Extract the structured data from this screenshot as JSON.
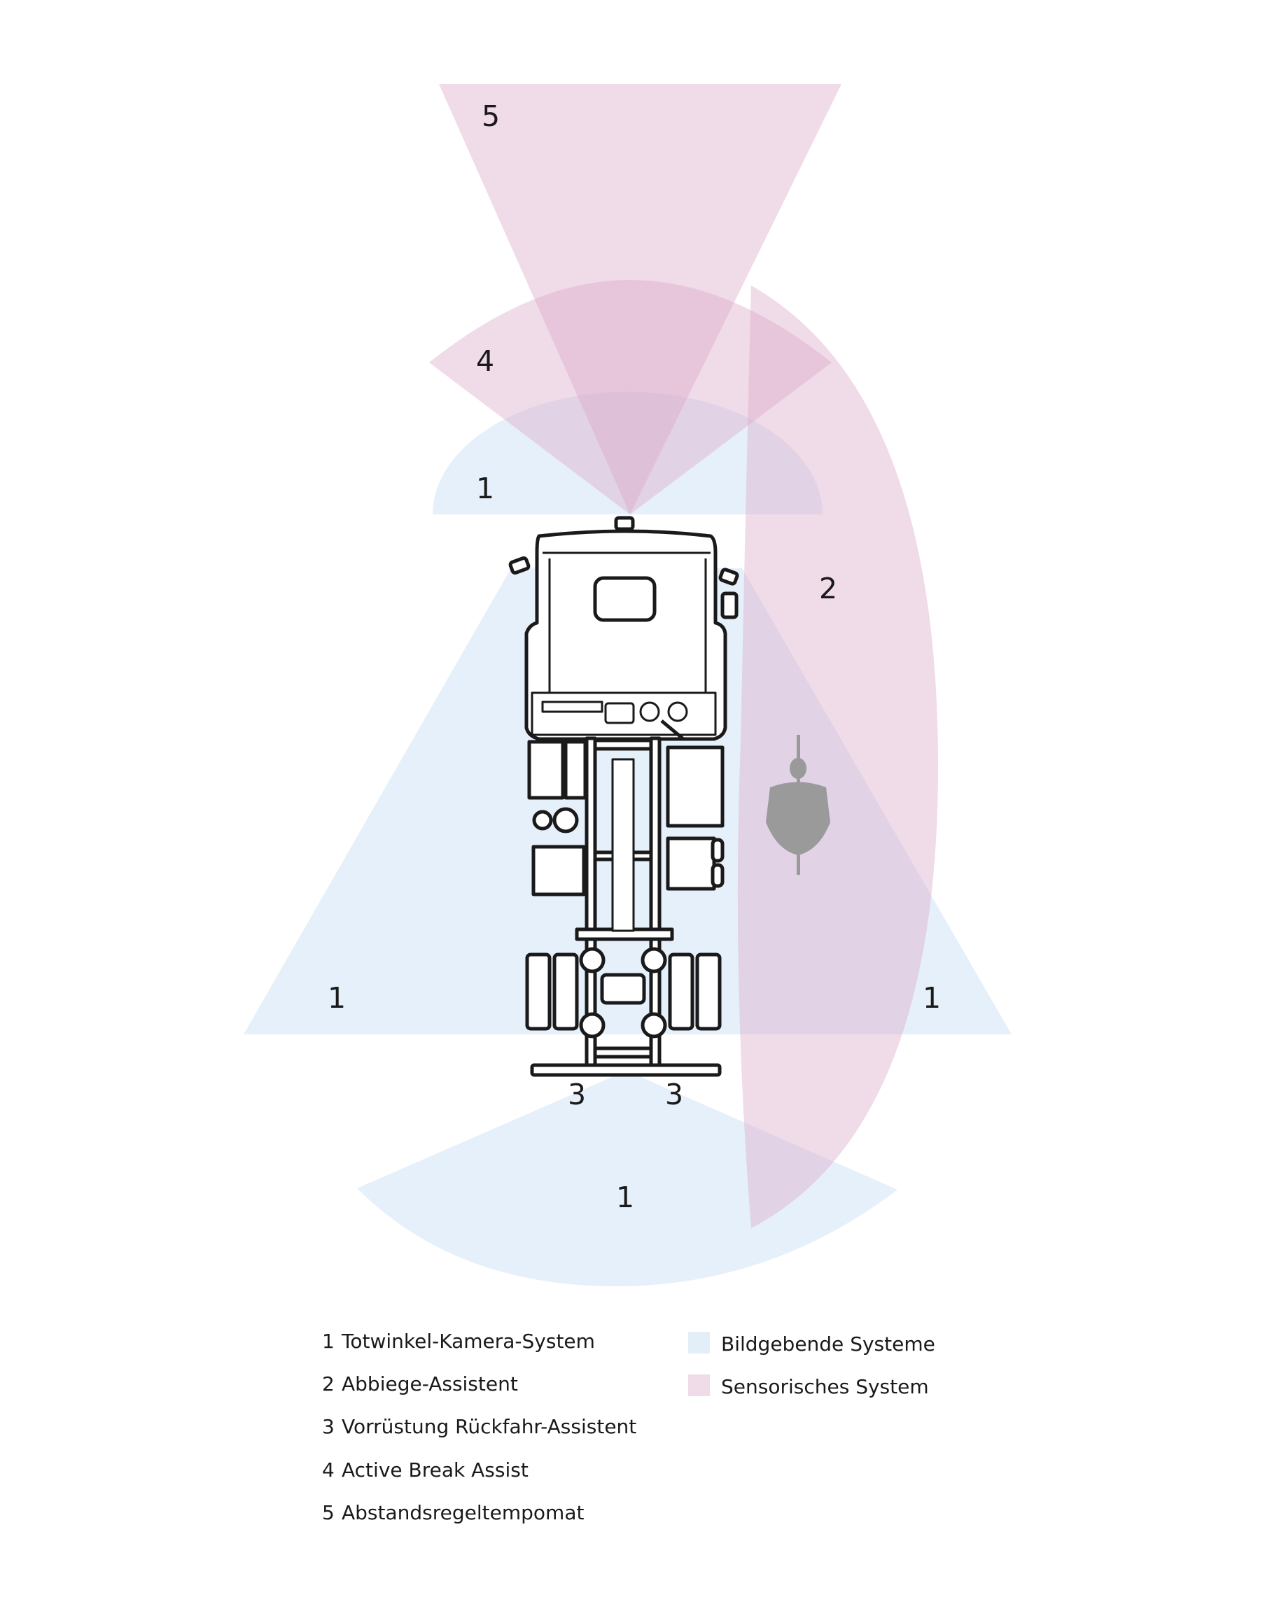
{
  "zones": {
    "n1": "1",
    "n2": "2",
    "n3": "3",
    "n4": "4",
    "n5": "5"
  },
  "legend": {
    "items": [
      {
        "num": "1",
        "label": "Totwinkel-Kamera-System"
      },
      {
        "num": "2",
        "label": "Abbiege-Assistent"
      },
      {
        "num": "3",
        "label": "Vorrüstung Rückfahr-Assistent"
      },
      {
        "num": "4",
        "label": "Active Break Assist"
      },
      {
        "num": "5",
        "label": "Abstandsregeltempomat"
      }
    ],
    "categories": [
      {
        "label": "Bildgebende Systeme",
        "color": "#e4eef9"
      },
      {
        "label": "Sensorisches System",
        "color": "#f0dbe8"
      }
    ]
  },
  "colors": {
    "imaging_fill": "#dce9f8",
    "sensor_fill": "#e3b9d2",
    "truck_stroke": "#1a1a1a",
    "cyclist": "#9a9a9a"
  }
}
